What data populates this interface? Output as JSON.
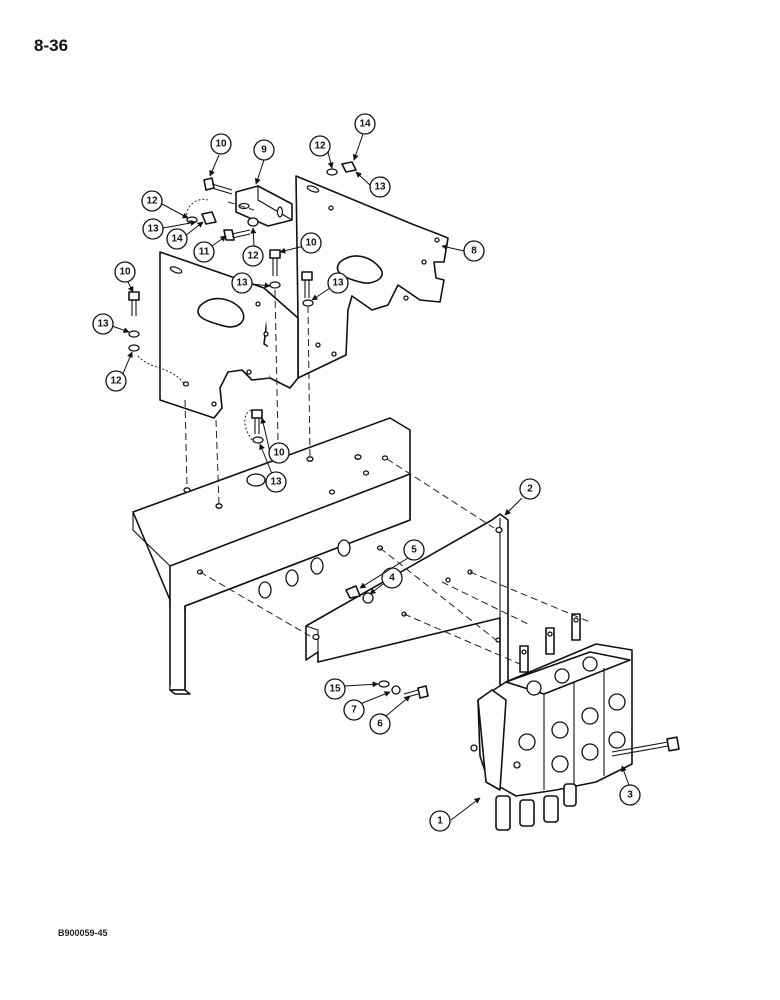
{
  "page": {
    "number": "8-36",
    "reference_code": "B900059-45"
  },
  "callouts": [
    "1",
    "2",
    "3",
    "4",
    "5",
    "6",
    "7",
    "8",
    "9",
    "10",
    "11",
    "12",
    "13",
    "14",
    "15"
  ]
}
